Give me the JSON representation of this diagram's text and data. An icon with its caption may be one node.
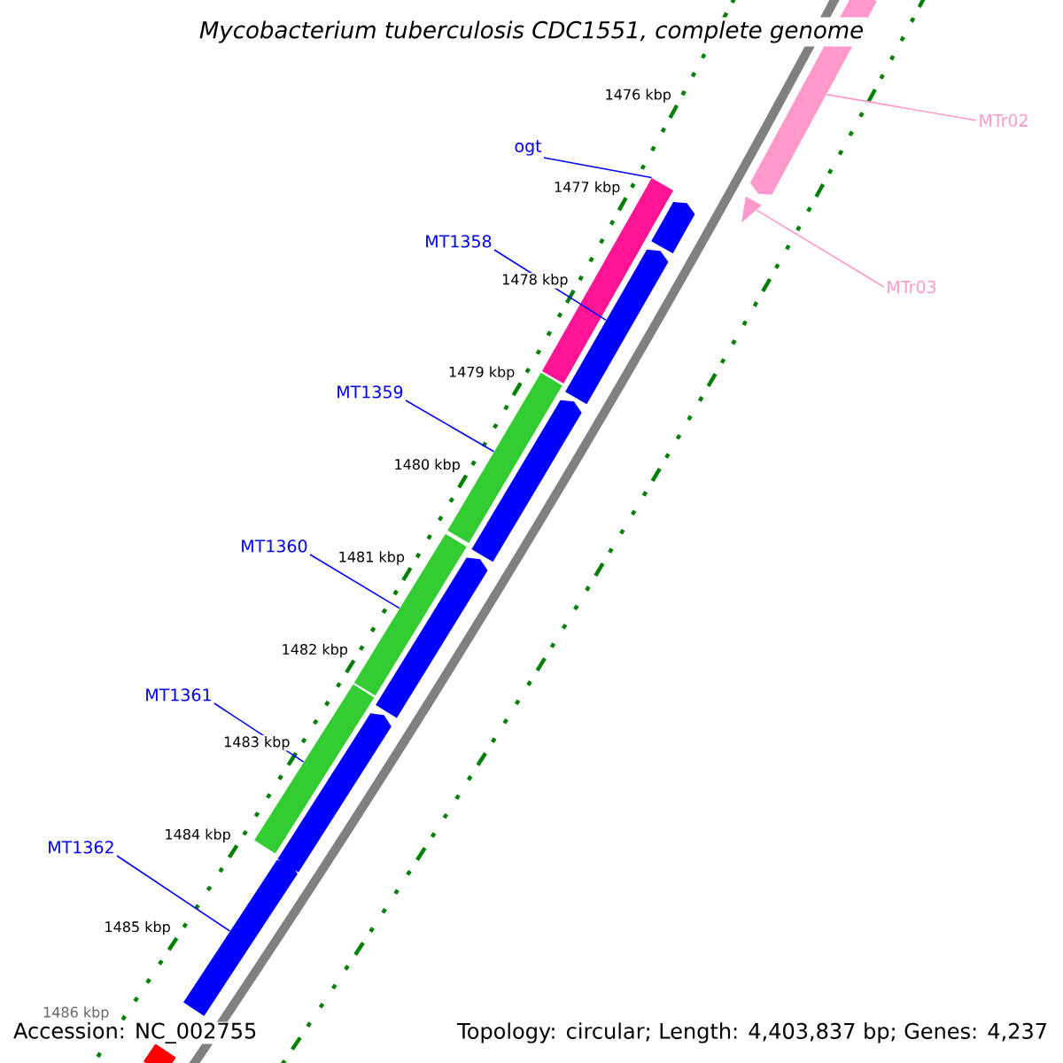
{
  "diagram": {
    "title": "Mycobacterium tuberculosis CDC1551, complete genome",
    "nodes": [
      {
        "text": [
          "ogt"
        ]
      },
      {
        "text": [
          "MT1358"
        ]
      },
      {
        "text": [
          "MT1359"
        ]
      },
      {
        "text": [
          "MT1360"
        ]
      },
      {
        "text": [
          "MT1361"
        ]
      },
      {
        "text": [
          "MT1362"
        ]
      },
      {
        "text": [
          "MTr02"
        ]
      },
      {
        "text": [
          "MTr03"
        ]
      },
      {
        "text": [],
        "shape": "arrow"
      },
      {
        "text": [],
        "shape": "triangle"
      },
      {
        "text": [],
        "shape": "bar"
      },
      {
        "text": [],
        "shape": "arrow"
      },
      {
        "text": [],
        "shape": "arrow"
      },
      {
        "text": [],
        "shape": "bar"
      },
      {
        "text": [],
        "shape": "arrow"
      },
      {
        "text": [],
        "shape": "bar"
      },
      {
        "text": [],
        "shape": "bar"
      },
      {
        "text": [],
        "shape": "arrow"
      },
      {
        "text": [],
        "shape": "arrow"
      },
      {
        "text": [],
        "shape": "arrow"
      },
      {
        "text": [],
        "shape": "bar"
      }
    ],
    "edges": [
      {
        "from": 0,
        "to": 10,
        "arrow": "none"
      },
      {
        "from": 1,
        "to": 12,
        "arrow": "none"
      },
      {
        "from": 2,
        "to": 13,
        "arrow": "none"
      },
      {
        "from": 3,
        "to": 15,
        "arrow": "none"
      },
      {
        "from": 4,
        "to": 16,
        "arrow": "none"
      },
      {
        "from": 5,
        "to": 19,
        "arrow": "none"
      },
      {
        "from": 6,
        "to": 8,
        "arrow": "none",
        "color": "#ff99cc"
      },
      {
        "from": 7,
        "to": 9,
        "arrow": "none",
        "color": "#ff99cc"
      }
    ],
    "labels": [
      "1476 kbp",
      "1477 kbp",
      "1478 kbp",
      "1479 kbp",
      "1480 kbp",
      "1481 kbp",
      "1482 kbp",
      "1483 kbp",
      "1484 kbp",
      "1485 kbp",
      "1486 kbp",
      "Accession: NC_002755",
      "Topology: circular; Length: 4,403,837 bp; Genes: 4,237"
    ]
  }
}
